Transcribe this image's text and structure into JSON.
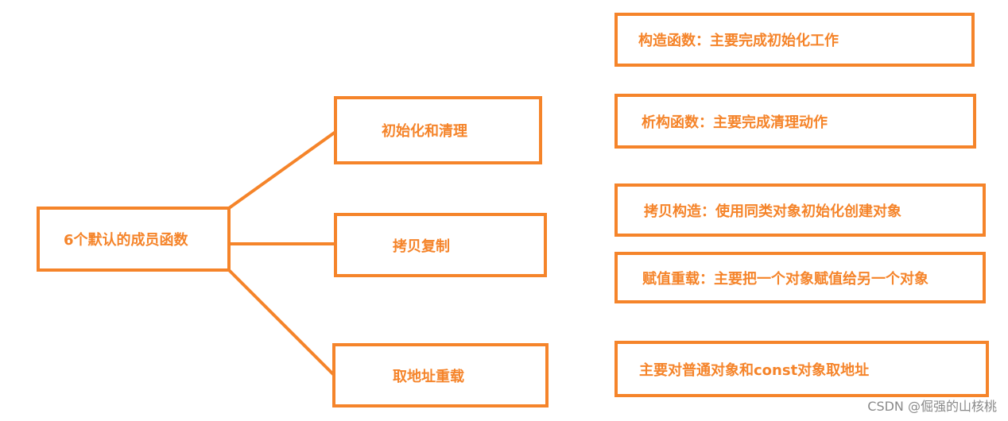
{
  "diagram": {
    "root": "6个默认的成员函数",
    "branches": [
      {
        "label": "初始化和清理"
      },
      {
        "label": "拷贝复制"
      },
      {
        "label": "取地址重载"
      }
    ],
    "details": [
      "构造函数：主要完成初始化工作",
      "析构函数：主要完成清理动作",
      "拷贝构造：使用同类对象初始化创建对象",
      "赋值重载：主要把一个对象赋值给另一个对象",
      "主要对普通对象和const对象取地址"
    ]
  },
  "watermark": "CSDN @倔强的山核桃",
  "colors": {
    "accent": "#f5842a",
    "background": "#ffffff",
    "watermark": "#8a8a8a"
  }
}
